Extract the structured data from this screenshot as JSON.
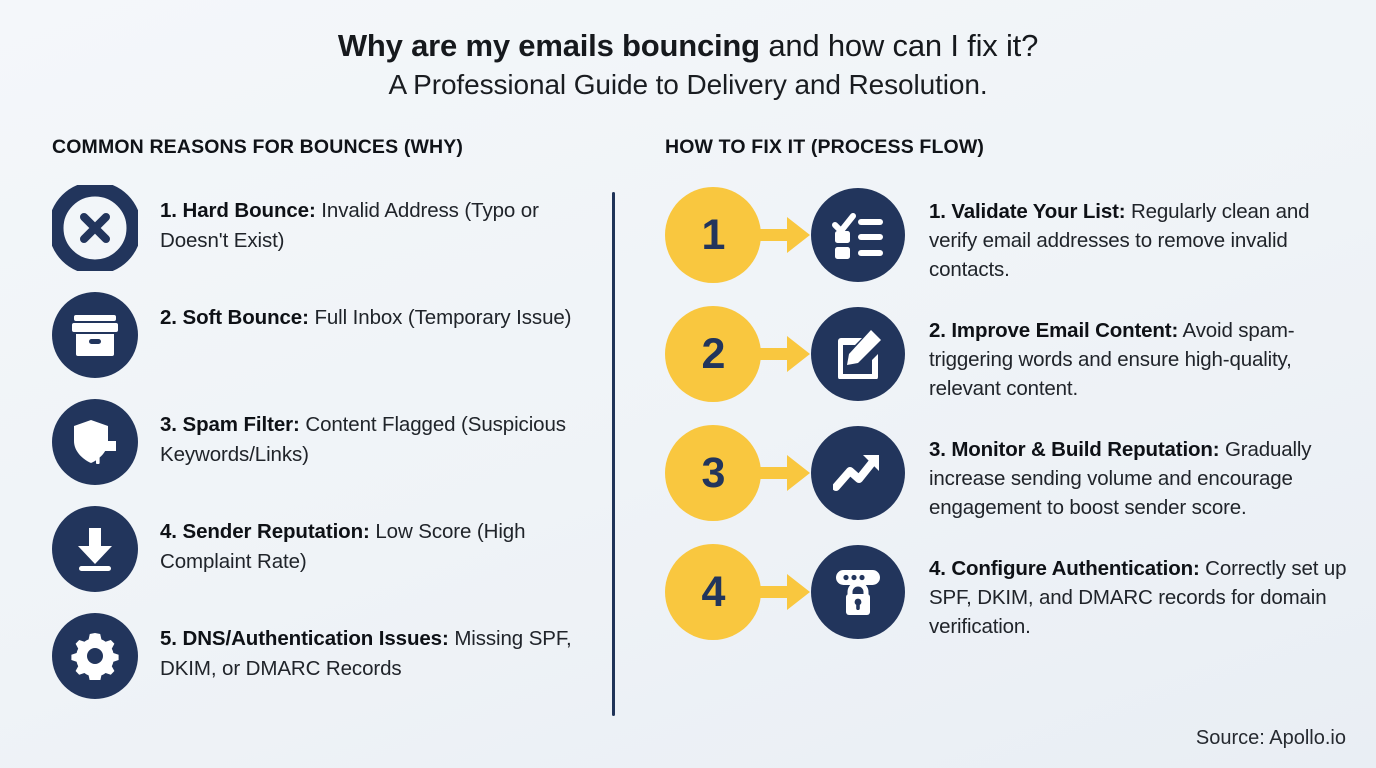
{
  "header": {
    "title_bold": "Why are my emails bouncing",
    "title_rest": " and how can I fix it?",
    "subtitle": "A Professional Guide to Delivery and Resolution."
  },
  "colors": {
    "navy": "#22355C",
    "yellow": "#F9C73F",
    "background": "#F2F5F8",
    "text": "#20242A"
  },
  "left": {
    "heading": "COMMON REASONS FOR BOUNCES (WHY)",
    "items": [
      {
        "icon": "circle-x-icon",
        "lead": "1. Hard Bounce:",
        "rest": " Invalid Address (Typo or Doesn't Exist)"
      },
      {
        "icon": "archive-box-icon",
        "lead": "2. Soft Bounce:",
        "rest": " Full Inbox (Temporary Issue)"
      },
      {
        "icon": "shield-flag-icon",
        "lead": "3. Spam Filter:",
        "rest": " Content Flagged (Suspicious Keywords/Links)"
      },
      {
        "icon": "download-arrow-icon",
        "lead": "4. Sender Reputation:",
        "rest": " Low Score (High Complaint Rate)"
      },
      {
        "icon": "gear-icon",
        "lead": "5. DNS/Authentication Issues:",
        "rest": " Missing SPF, DKIM, or DMARC Records"
      }
    ]
  },
  "right": {
    "heading": "HOW TO FIX IT (PROCESS FLOW)",
    "steps": [
      {
        "number": "1",
        "icon": "checklist-icon",
        "lead": "1. Validate Your List:",
        "rest": " Regularly clean and verify email addresses to remove invalid contacts."
      },
      {
        "number": "2",
        "icon": "edit-square-icon",
        "lead": "2. Improve Email Content:",
        "rest": " Avoid spam-triggering words and ensure high-quality, relevant content."
      },
      {
        "number": "3",
        "icon": "trending-up-icon",
        "lead": "3. Monitor & Build Reputation:",
        "rest": " Gradually increase sending volume and encourage engagement to boost sender score."
      },
      {
        "number": "4",
        "icon": "server-lock-icon",
        "lead": "4. Configure Authentication:",
        "rest": " Correctly set up SPF, DKIM, and DMARC records for domain verification."
      }
    ]
  },
  "footer": {
    "source": "Source: Apollo.io"
  }
}
